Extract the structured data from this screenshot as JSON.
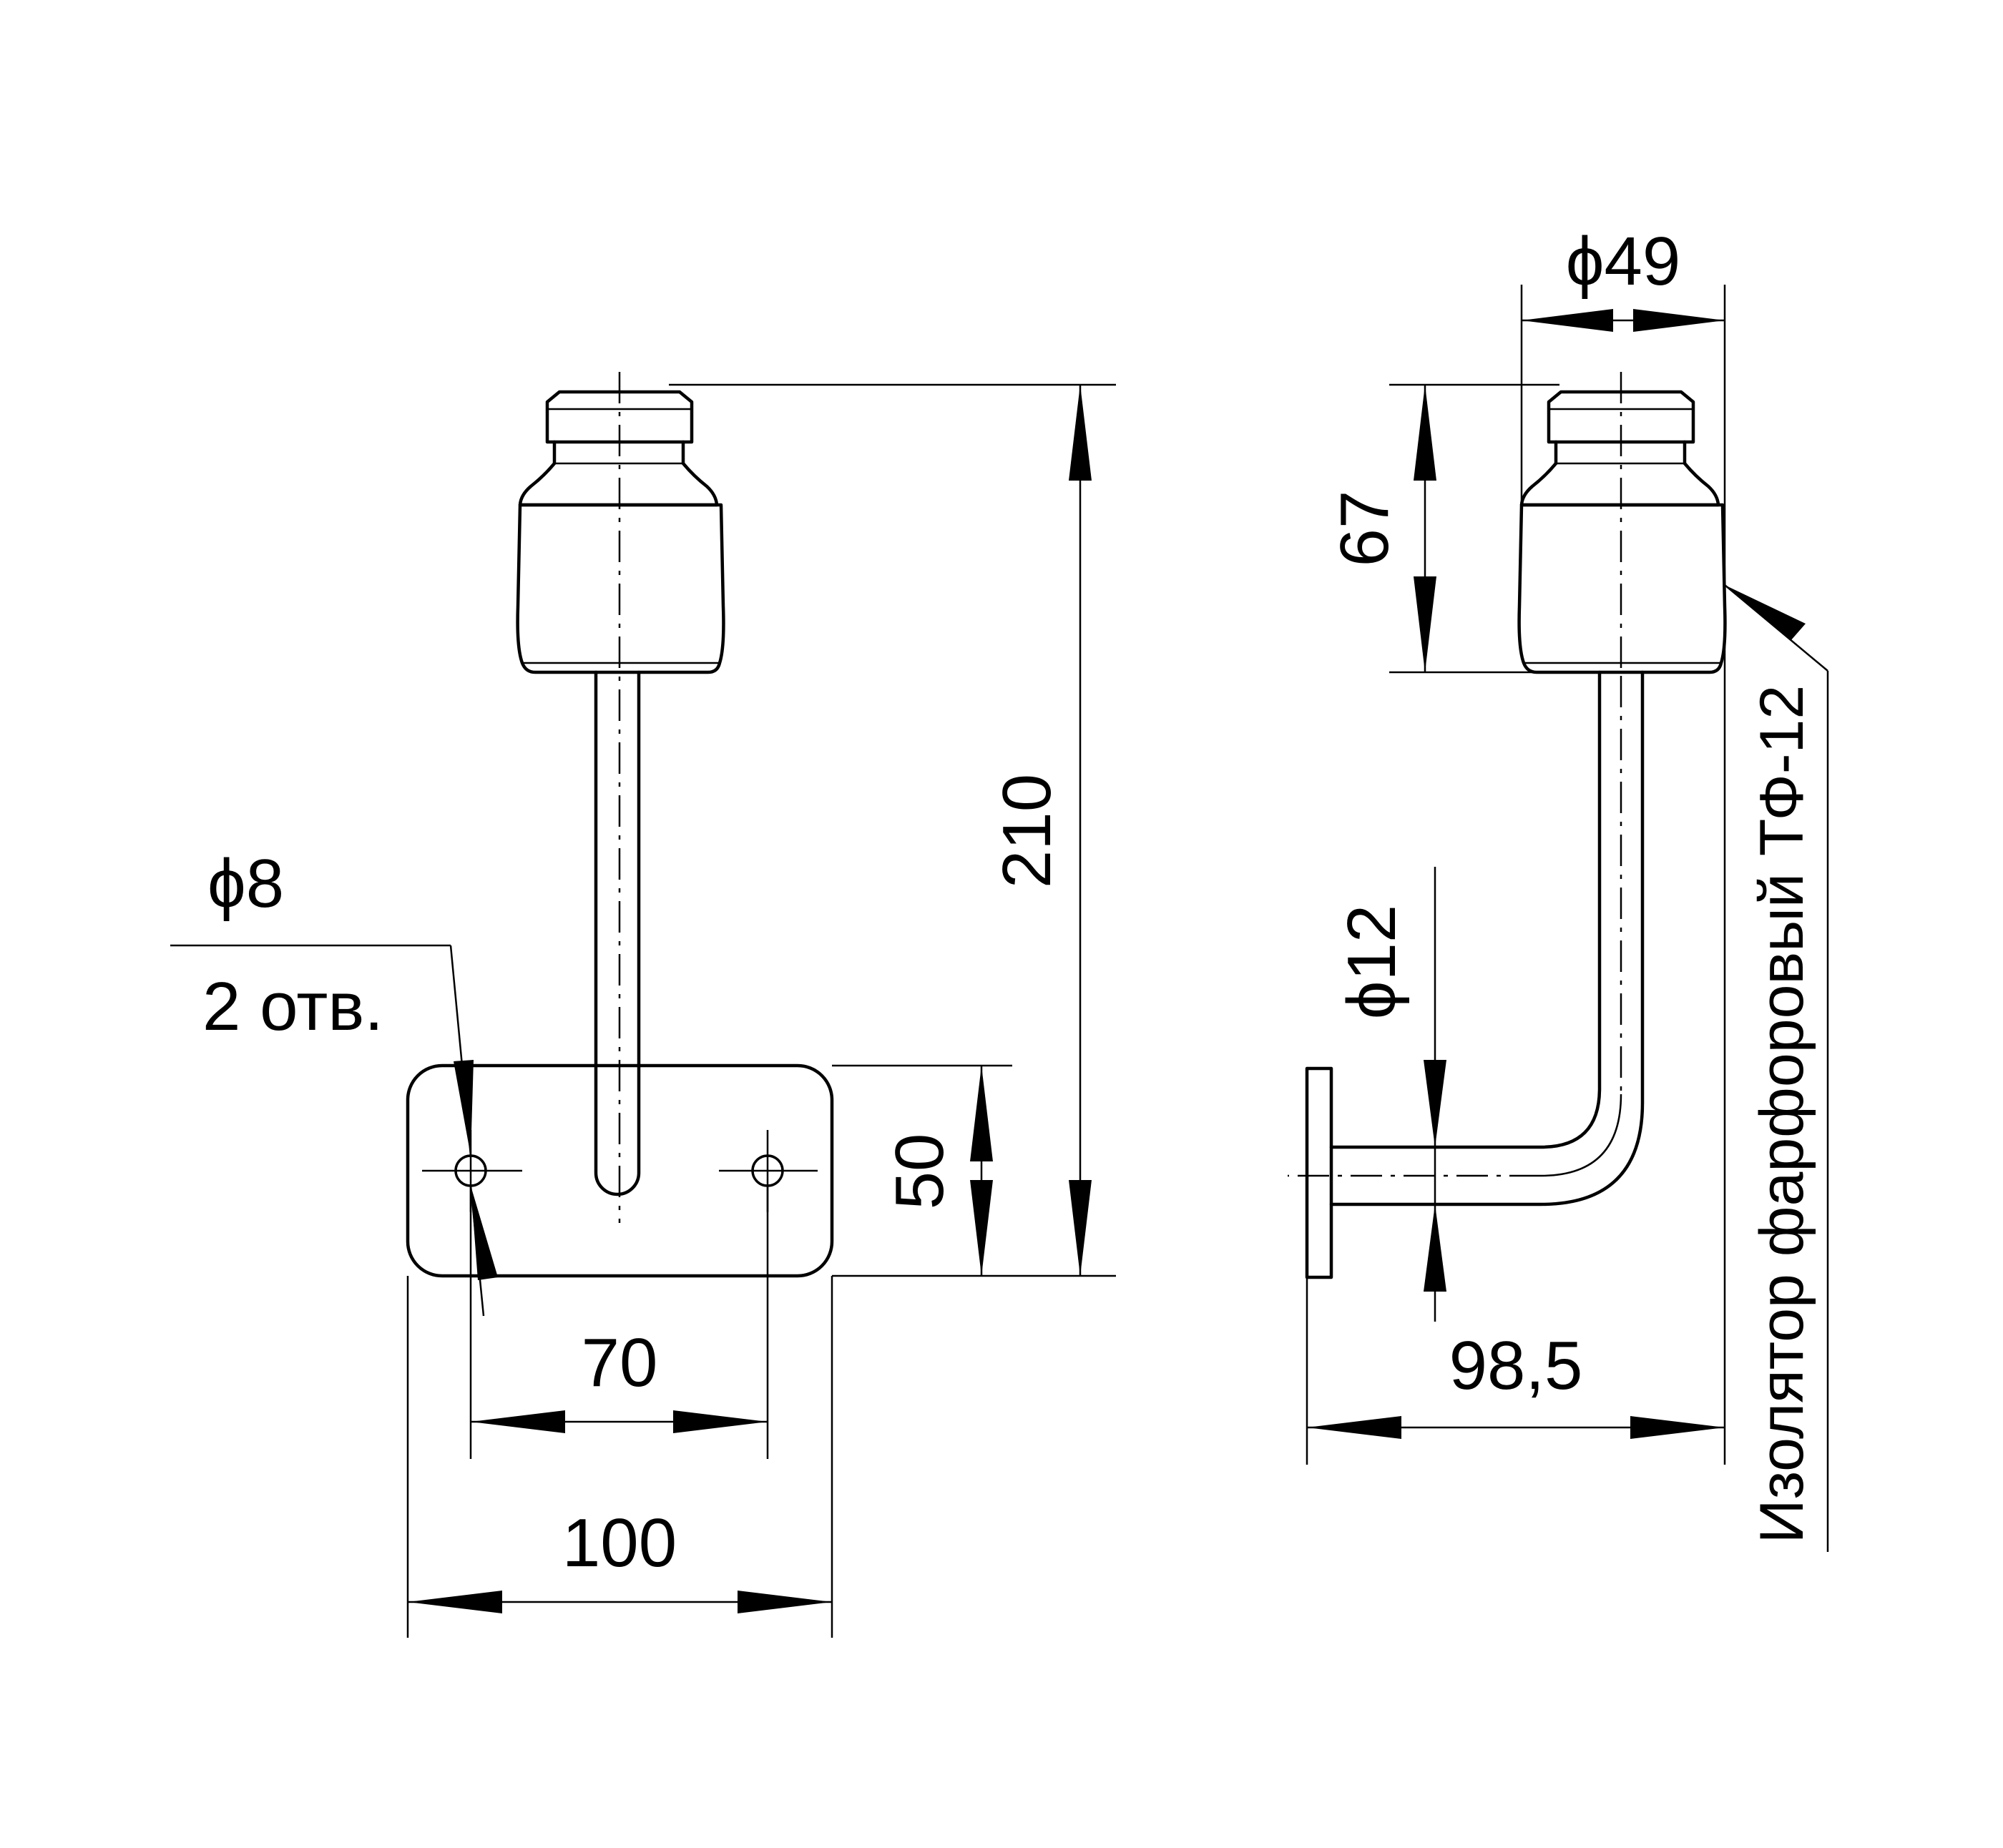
{
  "dimensions": {
    "hole_diameter": "ϕ8",
    "hole_count": "2 отв.",
    "total_height": "210",
    "plate_height": "50",
    "hole_spacing": "70",
    "plate_width": "100",
    "insulator_diameter": "ϕ49",
    "insulator_height": "67",
    "rod_diameter": "ϕ12",
    "reach": "98,5"
  },
  "callouts": {
    "insulator": "Изолятор фарфоровый ТФ-12"
  }
}
